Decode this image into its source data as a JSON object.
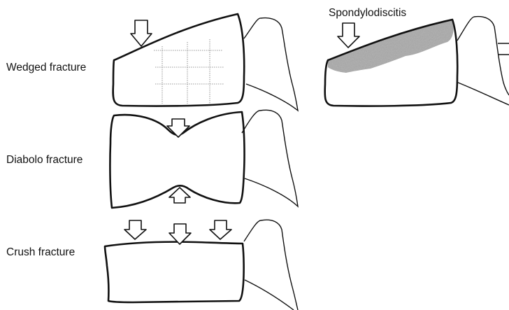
{
  "labels": {
    "wedged": "Wedged fracture",
    "diabolo": "Diabolo fracture",
    "crush": "Crush fracture",
    "spondylodiscitis": "Spondylodiscitis"
  },
  "colors": {
    "stroke": "#111111",
    "arrow_fill": "#ffffff",
    "infection_fill": "#a8a8a8",
    "grid_line": "#777777"
  },
  "icons": [
    "compression-arrow-down-icon",
    "compression-arrow-up-icon"
  ]
}
